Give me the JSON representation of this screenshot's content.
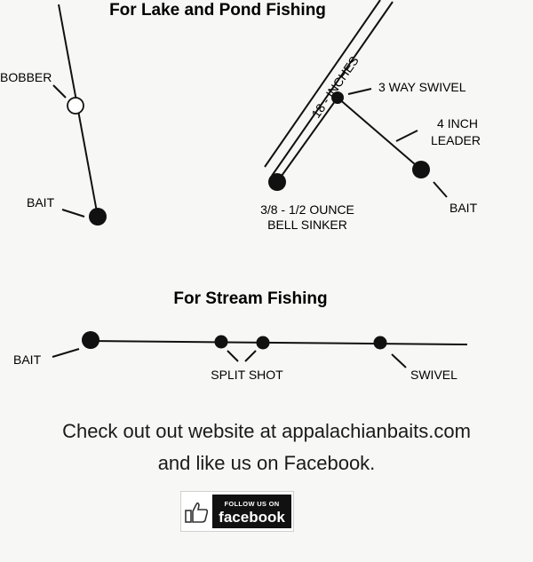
{
  "lake_section": {
    "title": "For Lake and Pond Fishing",
    "bobber_label": "BOBBER",
    "bait_label_left": "BAIT",
    "distance_label": "18 - INCHES",
    "swivel_label": "3 WAY SWIVEL",
    "leader_label_line1": "4 INCH",
    "leader_label_line2": "LEADER",
    "sinker_label_line1": "3/8 - 1/2 OUNCE",
    "sinker_label_line2": "BELL SINKER",
    "bait_label_right": "BAIT"
  },
  "stream_section": {
    "title": "For Stream Fishing",
    "bait_label": "BAIT",
    "split_shot_label": "SPLIT SHOT",
    "swivel_label": "SWIVEL"
  },
  "promo": {
    "line1": "Check out out website at appalachianbaits.com",
    "line2": "and like us on Facebook."
  },
  "facebook_badge": {
    "follow_text": "FOLLOW US ON",
    "brand_text": "facebook"
  },
  "colors": {
    "ink": "#111111",
    "background": "#f7f7f5"
  }
}
